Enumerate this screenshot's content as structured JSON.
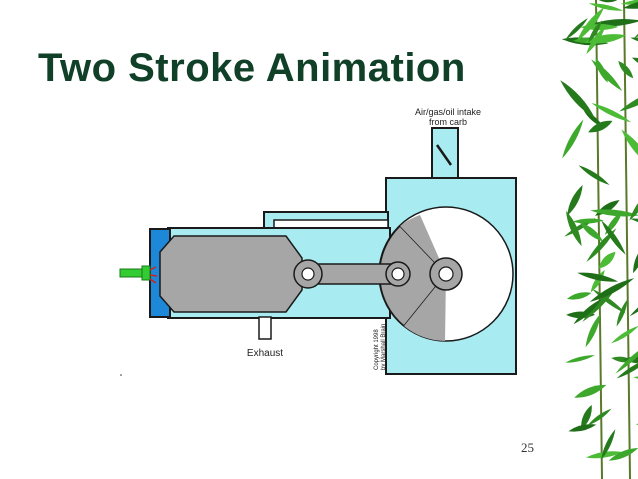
{
  "slide": {
    "title": "Two Stroke Animation",
    "page_number": "25"
  },
  "diagram": {
    "intake_label_line1": "Air/gas/oil intake",
    "intake_label_line2": "from carb",
    "exhaust_label": "Exhaust",
    "copyright_line1": "Copyright 1998",
    "copyright_line2": "by Marshall Brain"
  },
  "colors": {
    "title": "#104028",
    "casing": "#a8ecf2",
    "outline": "#1a1a1a",
    "cylinder_head": "#1e88d8",
    "metal": "#a6a6a6",
    "spark": "#33cc33",
    "bamboo_leaf": "#2f8a22"
  },
  "icons": [
    "spark-plug-icon",
    "bamboo-decoration"
  ]
}
